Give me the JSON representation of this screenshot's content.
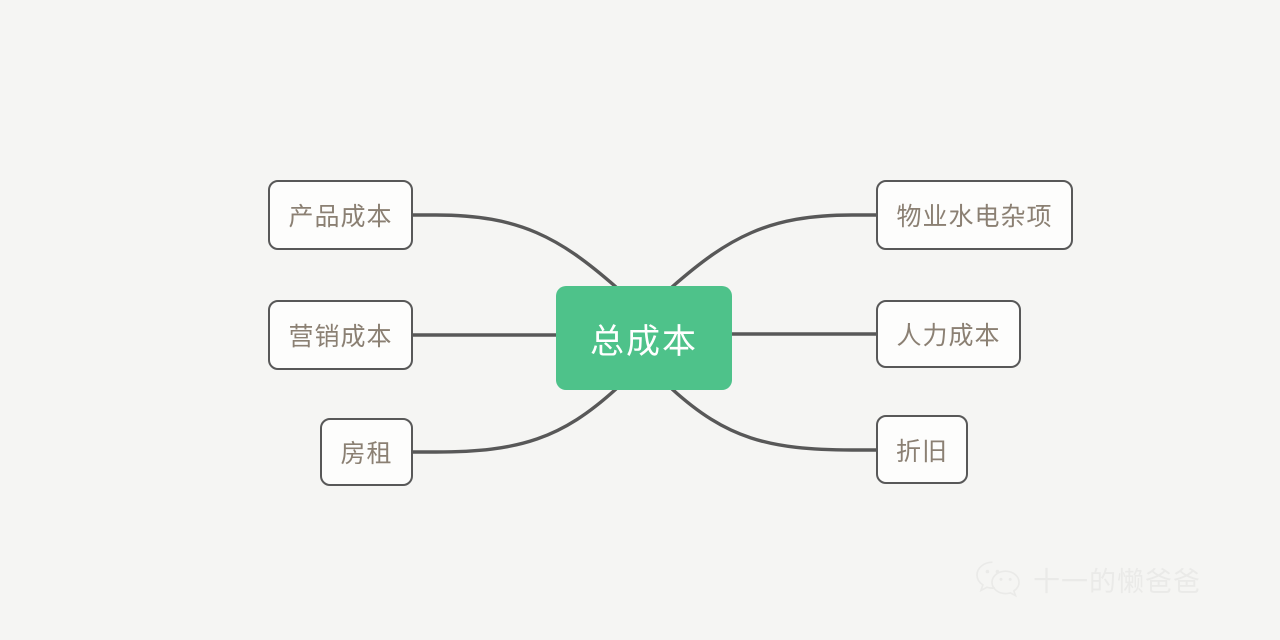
{
  "diagram": {
    "type": "mindmap",
    "title_node": "总成本",
    "root": {
      "label": "总成本",
      "fill_color": "#4ec28a",
      "text_color": "#ffffff"
    },
    "branches": [
      {
        "id": "product",
        "label": "产品成本",
        "side": "left"
      },
      {
        "id": "marketing",
        "label": "营销成本",
        "side": "left"
      },
      {
        "id": "rent",
        "label": "房租",
        "side": "left"
      },
      {
        "id": "utilities",
        "label": "物业水电杂项",
        "side": "right"
      },
      {
        "id": "labor",
        "label": "人力成本",
        "side": "right"
      },
      {
        "id": "depreciation",
        "label": "折旧",
        "side": "right"
      }
    ],
    "style": {
      "background_color": "#f5f5f3",
      "node_fill_color": "#fdfdfc",
      "node_border_color": "#585858",
      "node_text_color": "#8b8073",
      "connector_color": "#585858"
    }
  },
  "watermark": {
    "text": "十一的懒爸爸",
    "icon": "wechat-icon",
    "color": "#e2e2e0"
  }
}
